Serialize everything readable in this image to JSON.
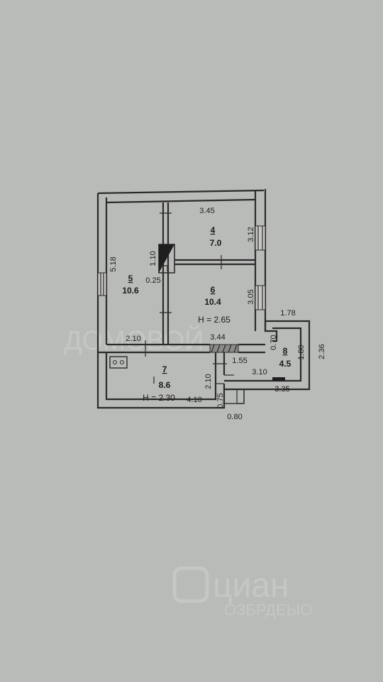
{
  "floor_plan": {
    "rooms": [
      {
        "id": "4",
        "area": "7.0"
      },
      {
        "id": "5",
        "area": "10.6"
      },
      {
        "id": "6",
        "area": "10.4",
        "height": "H = 2.65"
      },
      {
        "id": "7",
        "area": "8.6",
        "height": "H = 2.30"
      },
      {
        "id": "8",
        "area": "4.5"
      }
    ],
    "dimensions": {
      "d_3_45": "3.45",
      "d_3_12": "3.12",
      "d_5_18": "5.18",
      "d_1_10": "1.10",
      "d_0_25": "0.25",
      "d_3_05": "3.05",
      "d_2_10_a": "2.10",
      "d_3_44": "3.44",
      "d_1_78": "1.78",
      "d_0_70": "0.70",
      "d_1_80": "1.80",
      "d_2_36": "2.36",
      "d_1_55": "1.55",
      "d_3_10": "3.10",
      "d_3_35": "3.35",
      "d_2_10_b": "2.10",
      "d_4_10": "4.10",
      "d_0_75": "0.75",
      "d_0_80": "0.80"
    }
  },
  "watermark": {
    "main": "циан",
    "sub": "ОЗБРДЕЫО",
    "top_partial": "ДОМОВОЙ"
  }
}
